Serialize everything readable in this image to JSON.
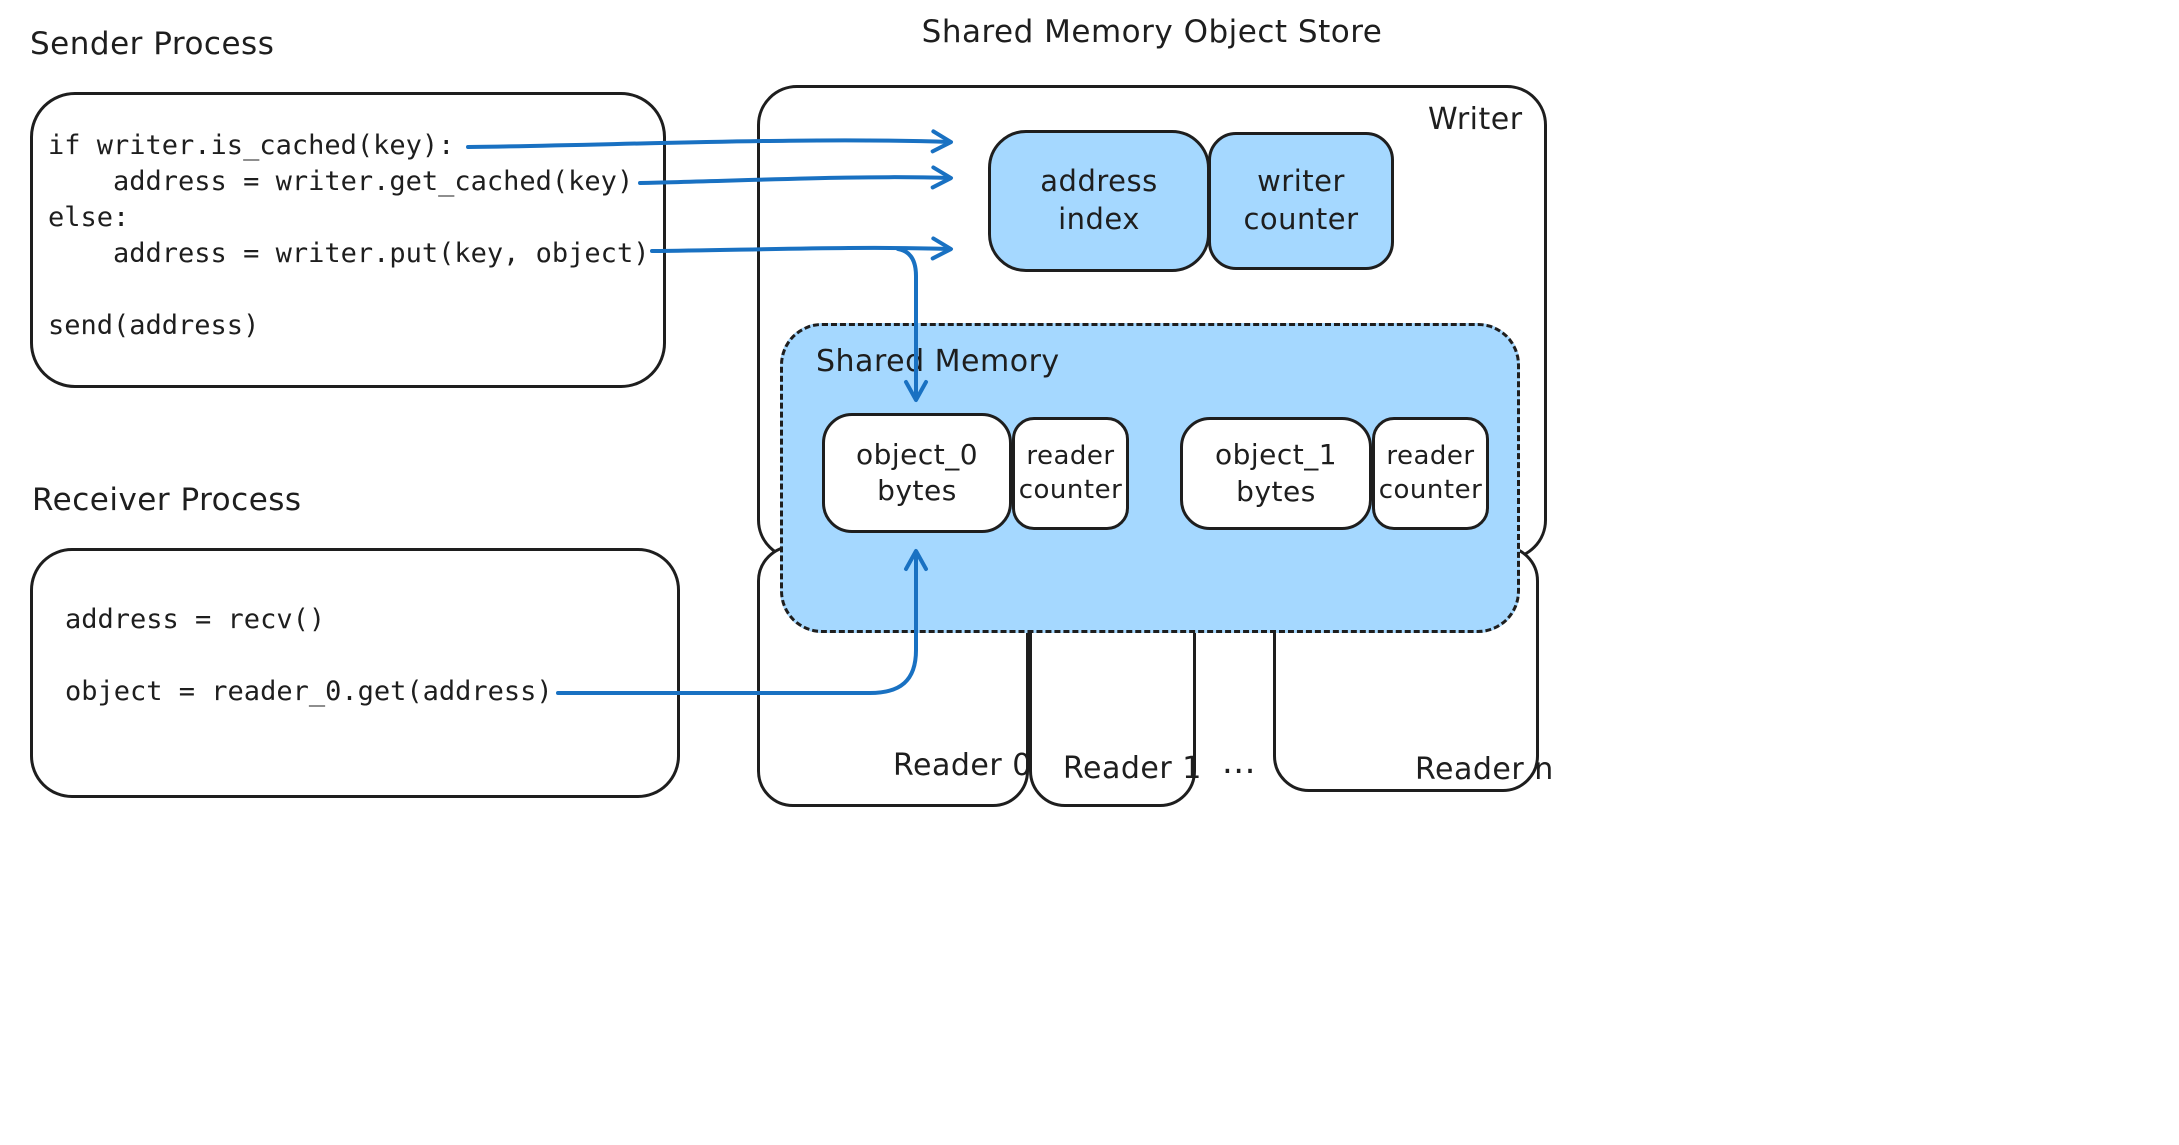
{
  "diagram_title": "Shared Memory Object Store",
  "sender": {
    "label": "Sender Process",
    "code_lines": [
      "if writer.is_cached(key):",
      "    address = writer.get_cached(key)",
      "else:",
      "    address = writer.put(key, object)",
      "",
      "send(address)"
    ]
  },
  "receiver": {
    "label": "Receiver Process",
    "code_lines": [
      "address = recv()",
      "",
      "object = reader_0.get(address)"
    ]
  },
  "writer": {
    "label": "Writer",
    "address_index_label": "address index",
    "writer_counter_label": "writer counter"
  },
  "shared_memory": {
    "label": "Shared Memory",
    "object0_label": "object_0 bytes",
    "object0_counter_label": "reader counter",
    "object1_label": "object_1 bytes",
    "object1_counter_label": "reader counter"
  },
  "readers": [
    "Reader 0",
    "Reader 1",
    "...",
    "Reader n"
  ],
  "colors": {
    "stroke": "#1e1e1e",
    "fill_blue": "#a5d8ff",
    "arrow_blue": "#1971c2",
    "background": "#ffffff"
  }
}
